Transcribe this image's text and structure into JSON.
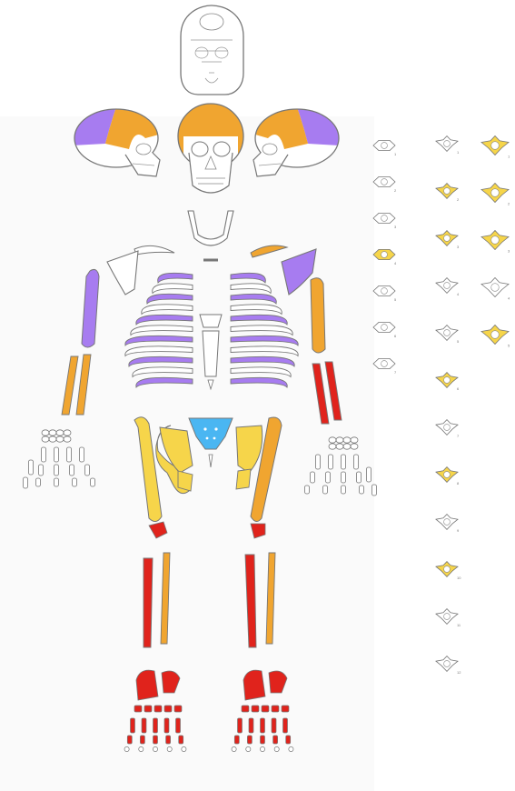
{
  "figure": {
    "colors": {
      "purple": "#a77cf0",
      "orange": "#f0a530",
      "yellow": "#f6d54a",
      "blue": "#4ab6f2",
      "red": "#e0231c",
      "white": "#ffffff",
      "outline": "#8f8f8f"
    },
    "skull_views": [
      {
        "view": "superior",
        "color": "white"
      },
      {
        "view": "left-lateral",
        "colors": [
          "purple",
          "orange",
          "white"
        ]
      },
      {
        "view": "anterior",
        "colors": [
          "orange",
          "white"
        ]
      },
      {
        "view": "right-lateral",
        "colors": [
          "orange",
          "purple",
          "white"
        ]
      }
    ],
    "bones": [
      {
        "bone": "mandible",
        "color": "white"
      },
      {
        "bone": "left clavicle",
        "color": "white"
      },
      {
        "bone": "right clavicle",
        "color": "orange"
      },
      {
        "bone": "left scapula",
        "color": "white"
      },
      {
        "bone": "right scapula",
        "color": "purple"
      },
      {
        "bone": "sternum",
        "color": "white"
      },
      {
        "bone": "ribs",
        "color": "purple"
      },
      {
        "bone": "left humerus",
        "color": "purple"
      },
      {
        "bone": "right humerus",
        "color": "orange"
      },
      {
        "bone": "left radius and ulna",
        "color": "orange"
      },
      {
        "bone": "right radius and ulna",
        "color": "red"
      },
      {
        "bone": "hands",
        "color": "white"
      },
      {
        "bone": "sacrum",
        "color": "blue"
      },
      {
        "bone": "ilia",
        "color": "yellow"
      },
      {
        "bone": "left femur",
        "color": "yellow"
      },
      {
        "bone": "right femur",
        "color": "orange"
      },
      {
        "bone": "patellae",
        "color": "red"
      },
      {
        "bone": "tibiae",
        "color": "red"
      },
      {
        "bone": "fibulae",
        "color": "orange"
      },
      {
        "bone": "feet",
        "color": "red"
      }
    ],
    "vertebrae": {
      "cervical": {
        "labels": [
          "1",
          "2",
          "3",
          "4",
          "5",
          "6",
          "7"
        ],
        "colors": [
          "white",
          "white",
          "white",
          "yellow",
          "white",
          "white",
          "white"
        ]
      },
      "thoracic": {
        "labels": [
          "1",
          "2",
          "3",
          "4",
          "5",
          "6",
          "7",
          "8",
          "9",
          "10",
          "11",
          "12"
        ],
        "colors": [
          "white",
          "yellow",
          "yellow",
          "white",
          "white",
          "yellow",
          "white",
          "yellow",
          "white",
          "yellow",
          "white",
          "white"
        ]
      },
      "lumbar": {
        "labels": [
          "1",
          "2",
          "3",
          "4",
          "5"
        ],
        "colors": [
          "yellow",
          "yellow",
          "yellow",
          "white",
          "yellow"
        ]
      }
    }
  }
}
